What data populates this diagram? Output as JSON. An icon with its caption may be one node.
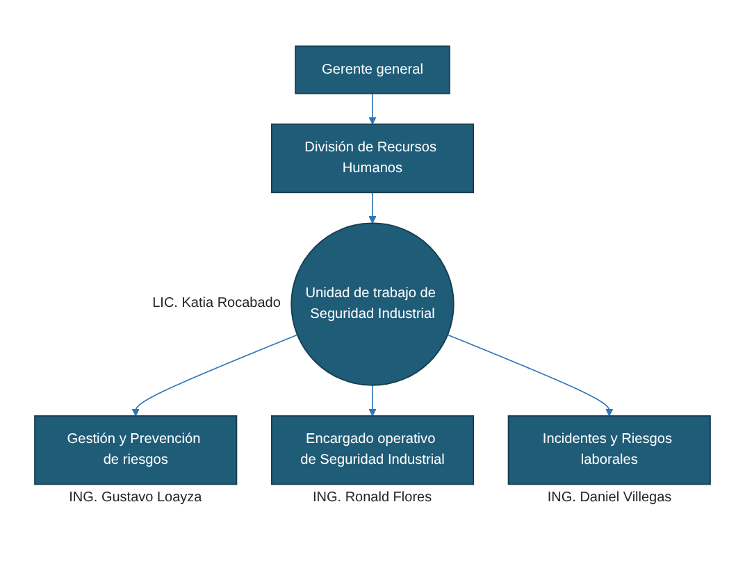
{
  "diagram": {
    "nodes": [
      {
        "text": [
          "Gerente general"
        ]
      },
      {
        "text": [
          "División de Recursos Humanos"
        ]
      },
      {
        "text": [
          "Unidad de trabajo de Seguridad Industrial"
        ],
        "beside": [
          "LIC. Katia Rocabado"
        ]
      },
      {
        "text": [
          "Gestión y Prevención de riesgos"
        ],
        "beside": [
          "ING. Gustavo Loayza"
        ]
      },
      {
        "text": [
          "Encargado operativo de Seguridad Industrial"
        ],
        "beside": [
          "ING. Ronald Flores"
        ]
      },
      {
        "text": [
          "Incidentes y Riesgos laborales"
        ],
        "beside": [
          "ING. Daniel Villegas"
        ]
      }
    ],
    "edges": [
      {
        "from": 0,
        "to": 1,
        "arrow": "to"
      },
      {
        "from": 1,
        "to": 2,
        "arrow": "to"
      },
      {
        "from": 2,
        "to": 3,
        "arrow": "to"
      },
      {
        "from": 2,
        "to": 4,
        "arrow": "to"
      },
      {
        "from": 2,
        "to": 5,
        "arrow": "to"
      }
    ]
  }
}
